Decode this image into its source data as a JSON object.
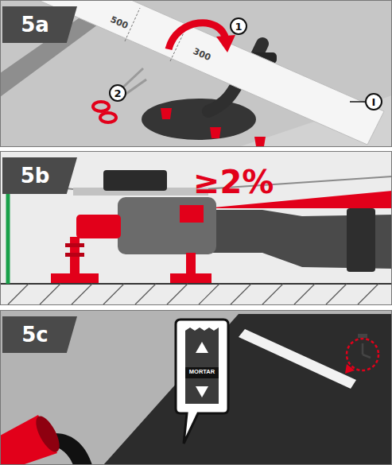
{
  "diagram": {
    "nodes": [
      {
        "text": [
          "5a"
        ]
      },
      {
        "text": [
          "1"
        ]
      },
      {
        "text": [
          "2"
        ]
      },
      {
        "text": [
          "I"
        ]
      },
      {
        "text": [
          "5b"
        ]
      },
      {
        "text": [
          "5c"
        ]
      },
      {
        "text": [
          "MORTAR"
        ]
      }
    ],
    "labels": [
      "500",
      "300",
      "≥2%"
    ]
  }
}
